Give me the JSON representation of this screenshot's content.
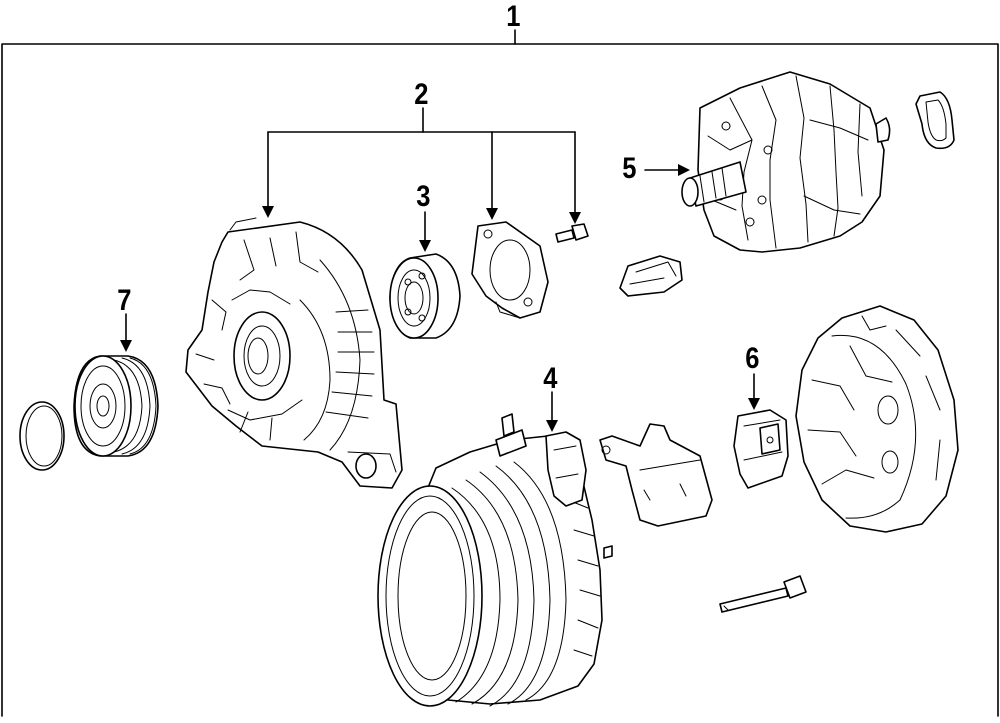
{
  "callouts": {
    "c1": "1",
    "c2": "2",
    "c3": "3",
    "c4": "4",
    "c5": "5",
    "c6": "6",
    "c7": "7"
  },
  "colors": {
    "line": "#000000",
    "background": "#ffffff"
  },
  "parts": [
    "drive-end-frame",
    "bearing",
    "bearing-retainer-plate",
    "retainer-screw",
    "rotor",
    "rectifier-end-frame",
    "brush-holder",
    "pulley",
    "pulley-cap",
    "stator-housing",
    "regulator-cover",
    "rear-cover",
    "insulator-clip",
    "rubber-seal",
    "through-bolt"
  ]
}
